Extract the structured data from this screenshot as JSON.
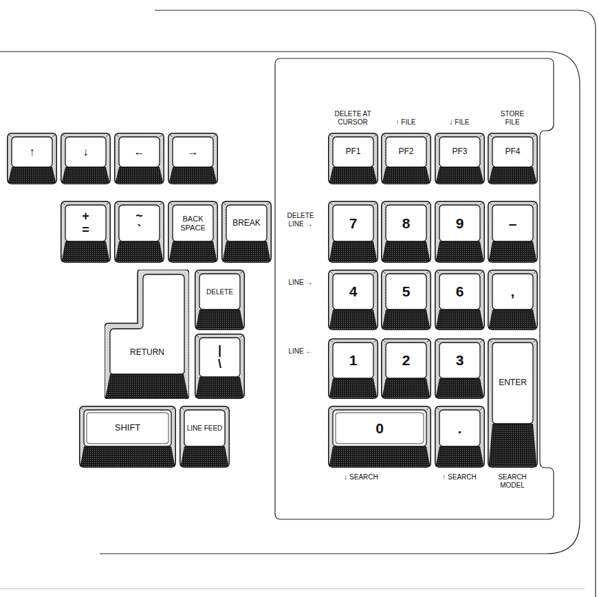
{
  "diagram": {
    "nodes": [
      {
        "text": [
          "↑"
        ]
      },
      {
        "text": [
          "↓"
        ]
      },
      {
        "text": [
          "←"
        ]
      },
      {
        "text": [
          "→"
        ]
      },
      {
        "text": [
          "PF1"
        ]
      },
      {
        "text": [
          "PF2"
        ]
      },
      {
        "text": [
          "PF3"
        ]
      },
      {
        "text": [
          "PF4"
        ]
      },
      {
        "text": [
          "+",
          "="
        ]
      },
      {
        "text": [
          "~",
          "`"
        ]
      },
      {
        "text": [
          "BACK SPACE"
        ]
      },
      {
        "text": [
          "BREAK"
        ]
      },
      {
        "text": [
          "7"
        ]
      },
      {
        "text": [
          "8"
        ]
      },
      {
        "text": [
          "9"
        ]
      },
      {
        "text": [
          "–"
        ]
      },
      {
        "text": [
          "RETURN"
        ]
      },
      {
        "text": [
          "DELETE"
        ]
      },
      {
        "text": [
          "4"
        ]
      },
      {
        "text": [
          "5"
        ]
      },
      {
        "text": [
          "6"
        ]
      },
      {
        "text": [
          ","
        ]
      },
      {
        "text": [
          "|",
          "\\"
        ]
      },
      {
        "text": [
          "1"
        ]
      },
      {
        "text": [
          "2"
        ]
      },
      {
        "text": [
          "3"
        ]
      },
      {
        "text": [
          "ENTER"
        ]
      },
      {
        "text": [
          "SHIFT"
        ]
      },
      {
        "text": [
          "LINE FEED"
        ]
      },
      {
        "text": [
          "0"
        ]
      },
      {
        "text": [
          "."
        ]
      }
    ],
    "labels": [
      "DELETE AT CURSOR",
      "↑ FILE",
      "↓ FILE",
      "STORE FILE",
      "DELETE LINE →",
      "LINE →",
      "LINE ←",
      "↓ SEARCH",
      "↑ SEARCH",
      "SEARCH MODEL"
    ]
  }
}
